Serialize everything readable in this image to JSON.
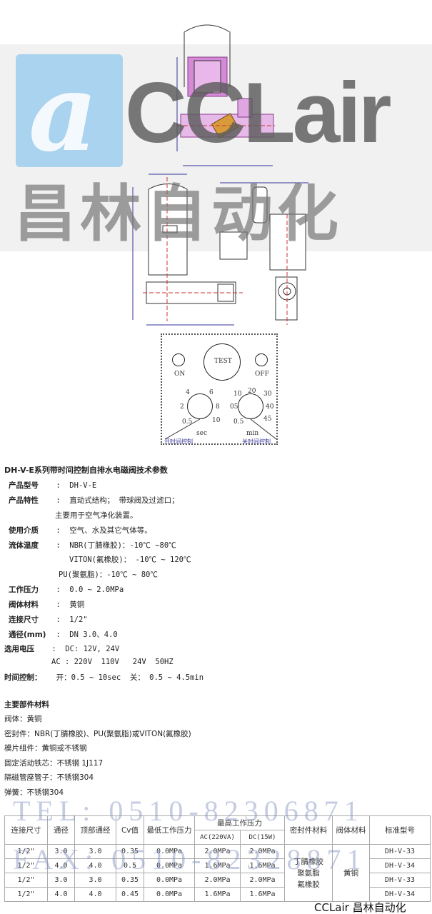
{
  "watermark": {
    "logo_letter": "a",
    "brand_en": "CCLair",
    "brand_cn": "昌林自动化",
    "tel": "TEL: 0510-82306871",
    "fax": "FAX: 0510-82328871",
    "corner_label": "CCLair 昌林自动化"
  },
  "panel": {
    "test": "TEST",
    "on": "ON",
    "off": "OFF",
    "left_dial": [
      "4",
      "6",
      "2",
      "8",
      "0.5",
      "10"
    ],
    "left_unit": "sec",
    "left_caption": "开时间控制",
    "right_dial": [
      "10",
      "20",
      "30",
      "05",
      "40",
      "0.5",
      "45"
    ],
    "right_unit": "min",
    "right_caption": "关时间控制"
  },
  "spec": {
    "title": "DH-V-E系列带时间控制自排水电磁阀技术参数",
    "rows": [
      {
        "label": "产品型号",
        "value": "DH-V-E"
      },
      {
        "label": "产品特性",
        "value": "直动式结构； 带球阀及过滤口；"
      },
      {
        "label": "",
        "value": "主要用于空气净化装置。"
      },
      {
        "label": "使用介质",
        "value": "空气、水及其它气体等。"
      },
      {
        "label": "流体温度",
        "value": "NBR(丁腈橡胶)：-10℃ ~80℃"
      },
      {
        "label": "",
        "value": "VITON(氟橡胶)： -10℃ ~ 120℃"
      },
      {
        "label": "",
        "value": "PU(聚氨脂)：-10℃ ~ 80℃"
      },
      {
        "label": "工作压力",
        "value": "0.0 ~ 2.0MPa"
      },
      {
        "label": "阀体材料",
        "value": "黄铜"
      },
      {
        "label": "连接尺寸",
        "value": "1/2\""
      },
      {
        "label": "通径(mm)",
        "value": "DN 3.0、4.0"
      },
      {
        "label": "选用电压",
        "value": "DC: 12V, 24V"
      },
      {
        "label": "",
        "value": "AC : 220V  110V   24V  50HZ"
      },
      {
        "label": "时间控制：",
        "value": "开：0.5 ~ 10sec  关： 0.5 ~ 4.5min"
      }
    ]
  },
  "materials": {
    "title": "主要部件材料",
    "items": [
      "阀体：黄铜",
      "密封件：NBR(丁腈橡胶)、PU(聚氨脂)或VITON(氟橡胶)",
      "模片组件：黄铜或不锈钢",
      "固定活动铁芯：不锈钢 1J117",
      "隔磁管座管子：不锈钢304",
      "弹簧：不锈钢304"
    ]
  },
  "table": {
    "headers": [
      "连接尺寸",
      "通径",
      "顶部通经",
      "Cv值",
      "最低工作压力",
      "最高工作压力",
      "密封件材料",
      "阀体材料",
      "标准型号"
    ],
    "sub_headers": [
      "AC(220VA)",
      "DC(15W)"
    ],
    "rows": [
      [
        "1/2\"",
        "3.0",
        "3.0",
        "0.35",
        "0.0MPa",
        "2.0MPa",
        "2.0MPa",
        "DH-V-33"
      ],
      [
        "1/2\"",
        "4.0",
        "4.0",
        "0.5",
        "0.0MPa",
        "1.6MPa",
        "1.6MPa",
        "DH-V-34"
      ],
      [
        "1/2\"",
        "3.0",
        "3.0",
        "0.35",
        "0.0MPa",
        "2.0MPa",
        "2.0MPa",
        "DH-V-33"
      ],
      [
        "1/2\"",
        "4.0",
        "4.0",
        "0.45",
        "0.0MPa",
        "1.6MPa",
        "1.6MPa",
        "DH-V-34"
      ]
    ],
    "seal_material": [
      "丁腈橡胶",
      "聚氨脂",
      "氟橡胶"
    ],
    "body_material": "黄铜"
  }
}
